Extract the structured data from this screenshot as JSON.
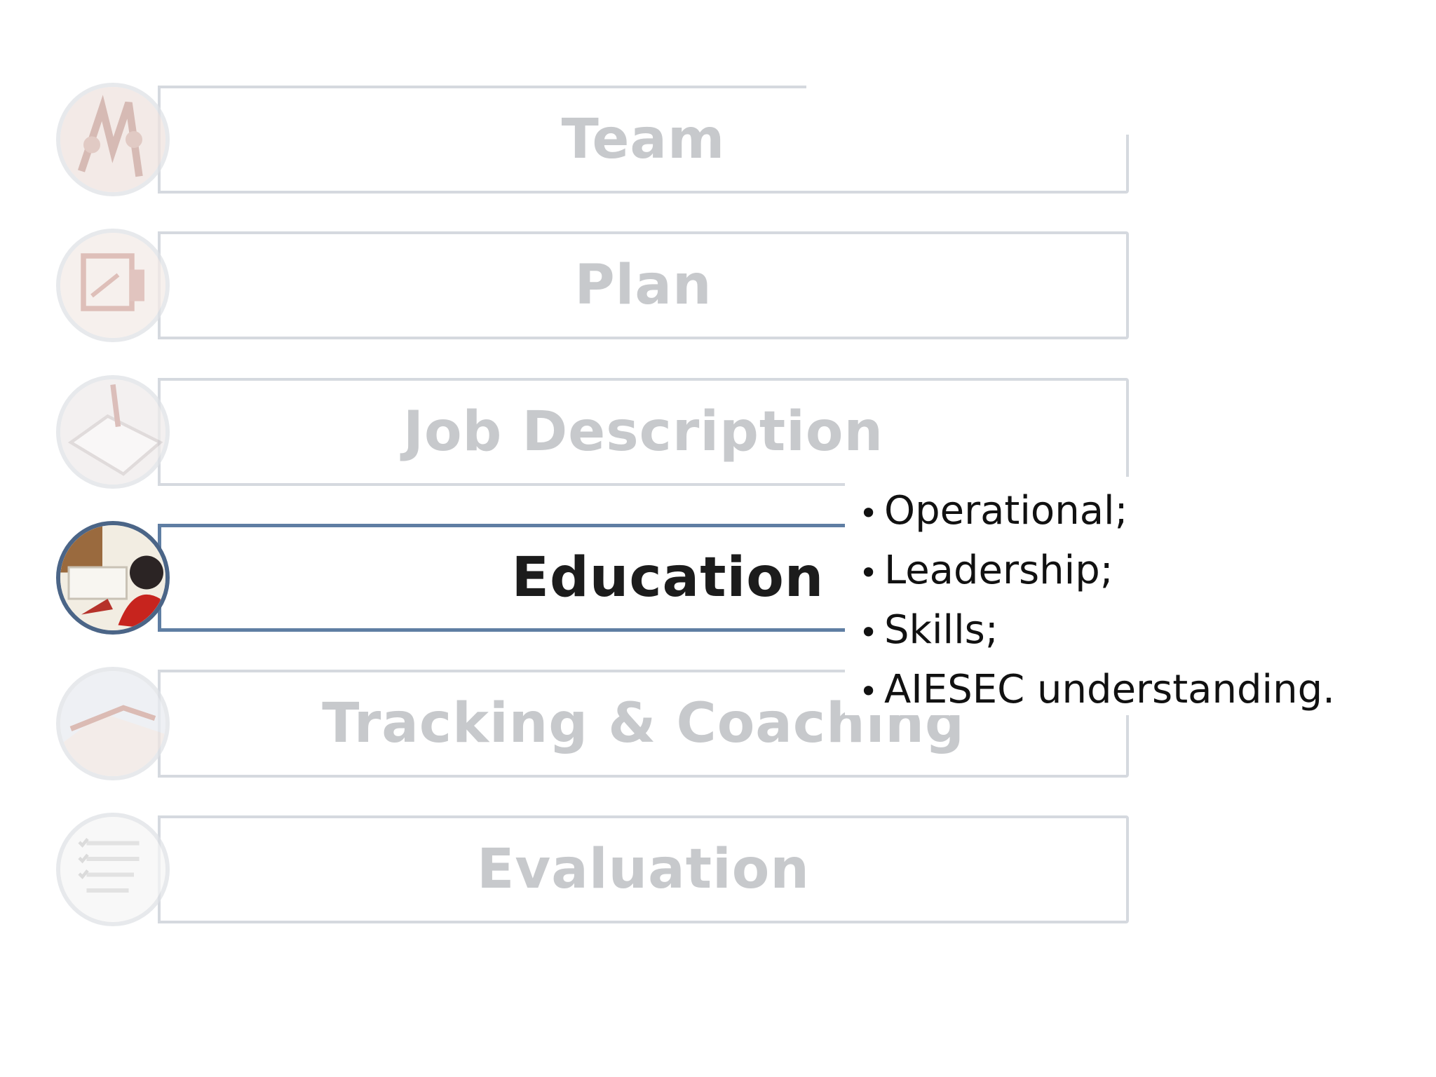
{
  "steps": [
    {
      "label": "Team",
      "icon": "team-photo-icon",
      "active": false
    },
    {
      "label": "Plan",
      "icon": "plan-photo-icon",
      "active": false
    },
    {
      "label": "Job Description",
      "icon": "job-description-photo-icon",
      "active": false
    },
    {
      "label": "Education",
      "icon": "education-photo-icon",
      "active": true
    },
    {
      "label": "Tracking & Coaching",
      "icon": "tracking-photo-icon",
      "active": false
    },
    {
      "label": "Evaluation",
      "icon": "evaluation-photo-icon",
      "active": false
    }
  ],
  "callout": {
    "bullet": "•",
    "items": [
      "Operational;",
      "Leadership;",
      "Skills;",
      "AIESEC understanding."
    ]
  },
  "colors": {
    "inactive_text": "#c7c9cc",
    "active_text": "#1c1c1c",
    "active_border": "#5f7ea3",
    "inactive_border": "#d5d9df"
  }
}
